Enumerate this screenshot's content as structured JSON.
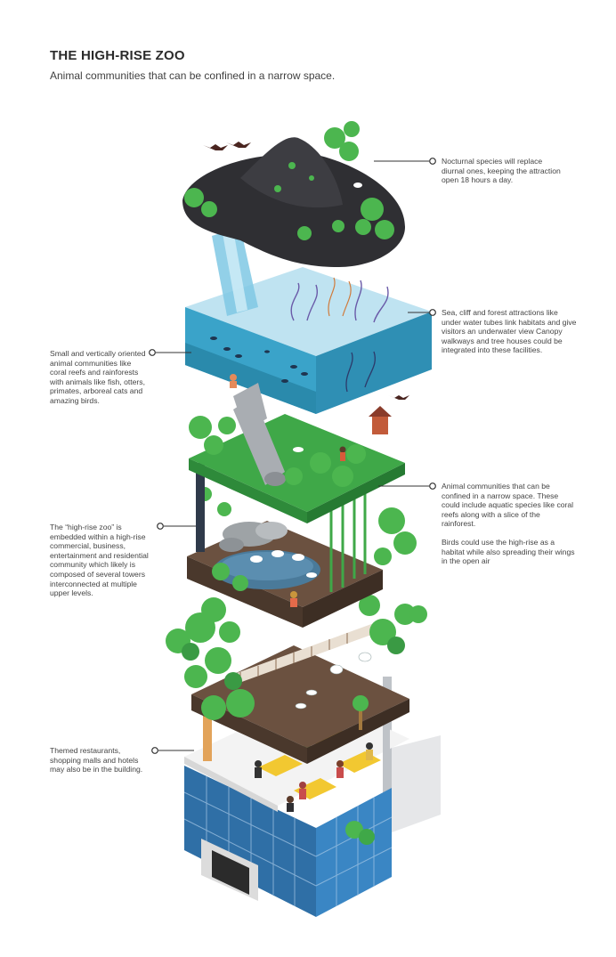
{
  "header": {
    "title": "THE HIGH-RISE ZOO",
    "subtitle": "Animal communities that can be confined in a narrow space."
  },
  "callouts": {
    "nocturnal": "Nocturnal species will replace diurnal ones, keeping the attraction open 18 hours a day.",
    "sea_cliff_forest": "Sea, cliff and forest attractions like under water tubes link habitats and give visitors an underwater view Canopy walkways and tree houses could be integrated into these facilities.",
    "small_vertical": "Small and vertically oriented animal communities like coral reefs and rainforests with animals like fish, otters, primates, arboreal cats and amazing birds.",
    "animal_communities": "Animal communities that can be confined in a narrow space. These could include aquatic species like coral reefs along with a slice of the rainforest.",
    "birds": "Birds could use the high-rise as a habitat while also spreading their wings in the open air",
    "embedded": "The “high-rise zoo” is embedded within a high-rise commercial, business, entertainment and residential community which likely is composed of several towers interconnected at multiple upper levels.",
    "restaurants": "Themed restaurants, shopping malls and hotels may also be in the building."
  },
  "colors": {
    "rock": "#2f2f33",
    "water": "#3aa3c9",
    "grass": "#3fa848",
    "tree": "#4cb64f",
    "wood": "#5a4434",
    "glass": "#2f6fa6",
    "table": "#f2c831"
  }
}
